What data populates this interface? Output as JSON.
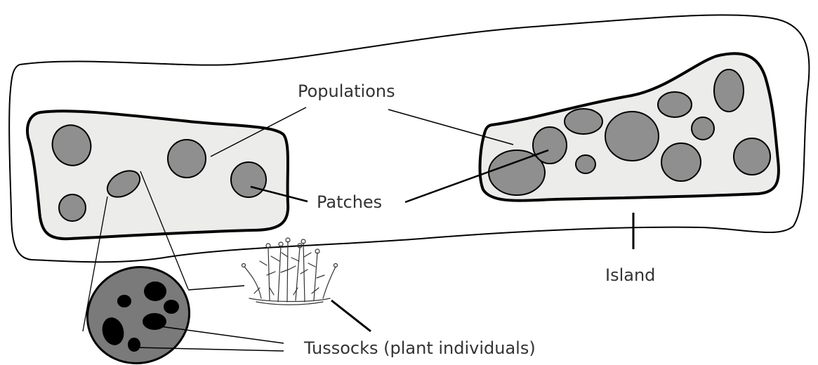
{
  "labels": {
    "populations": "Populations",
    "patches": "Patches",
    "island": "Island",
    "tussocks": "Tussocks (plant individuals)"
  },
  "colors": {
    "island_fill": "#ffffff",
    "population_fill": "#ececea",
    "patch_fill": "#8f8f8f",
    "zoom_patch_fill": "#7a7a7a",
    "tussock_fill": "#000000",
    "stroke": "#000000",
    "label_text": "#333333"
  },
  "icons": [
    "plant-sketch-icon"
  ]
}
